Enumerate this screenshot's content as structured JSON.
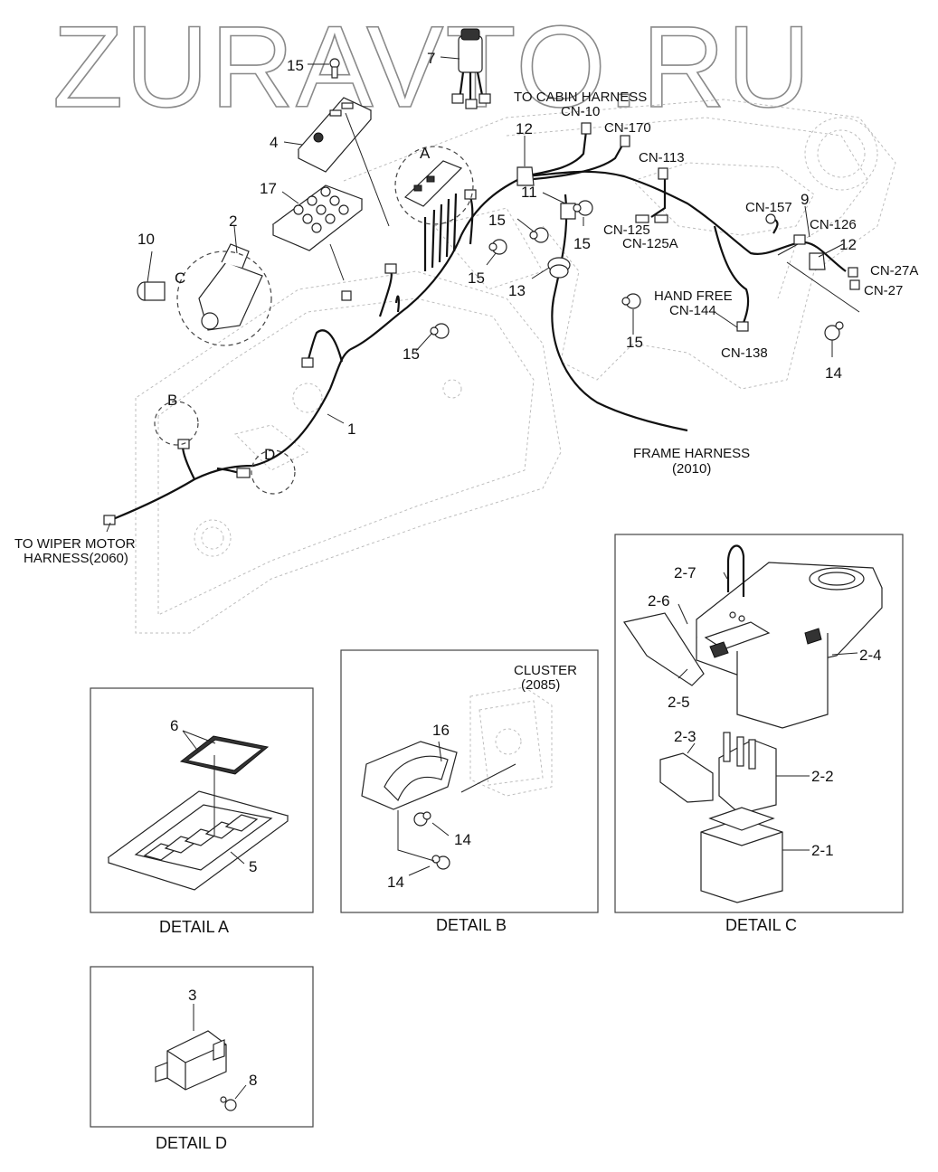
{
  "watermark": "ZURAVTO.RU",
  "callouts": {
    "c1": "1",
    "c2": "2",
    "c3": "3",
    "c4": "4",
    "c5": "5",
    "c6": "6",
    "c7": "7",
    "c8": "8",
    "c9": "9",
    "c10": "10",
    "c11": "11",
    "c12": "12",
    "c13": "13",
    "c14": "14",
    "c15": "15",
    "c16": "16",
    "c17": "17",
    "c2_1": "2-1",
    "c2_2": "2-2",
    "c2_3": "2-3",
    "c2_4": "2-4",
    "c2_5": "2-5",
    "c2_6": "2-6",
    "c2_7": "2-7",
    "detail_a_marker": "A",
    "detail_b_marker": "B",
    "detail_c_marker": "C",
    "detail_d_marker": "D"
  },
  "connectors": {
    "to_cabin_harness": "TO CABIN HARNESS",
    "cn10": "CN-10",
    "cn170": "CN-170",
    "cn113": "CN-113",
    "cn125": "CN-125",
    "cn125a": "CN-125A",
    "cn157": "CN-157",
    "cn126": "CN-126",
    "cn27a": "CN-27A",
    "cn27": "CN-27",
    "hand_free": "HAND FREE",
    "cn144": "CN-144",
    "cn138": "CN-138",
    "frame_harness": "FRAME HARNESS",
    "frame_harness_ref": "(2010)",
    "to_wiper_motor": "TO WIPER MOTOR",
    "wiper_harness_ref": "HARNESS(2060)",
    "cluster": "CLUSTER",
    "cluster_ref": "(2085)"
  },
  "details": {
    "a": "DETAIL A",
    "b": "DETAIL B",
    "c": "DETAIL C",
    "d": "DETAIL D"
  }
}
